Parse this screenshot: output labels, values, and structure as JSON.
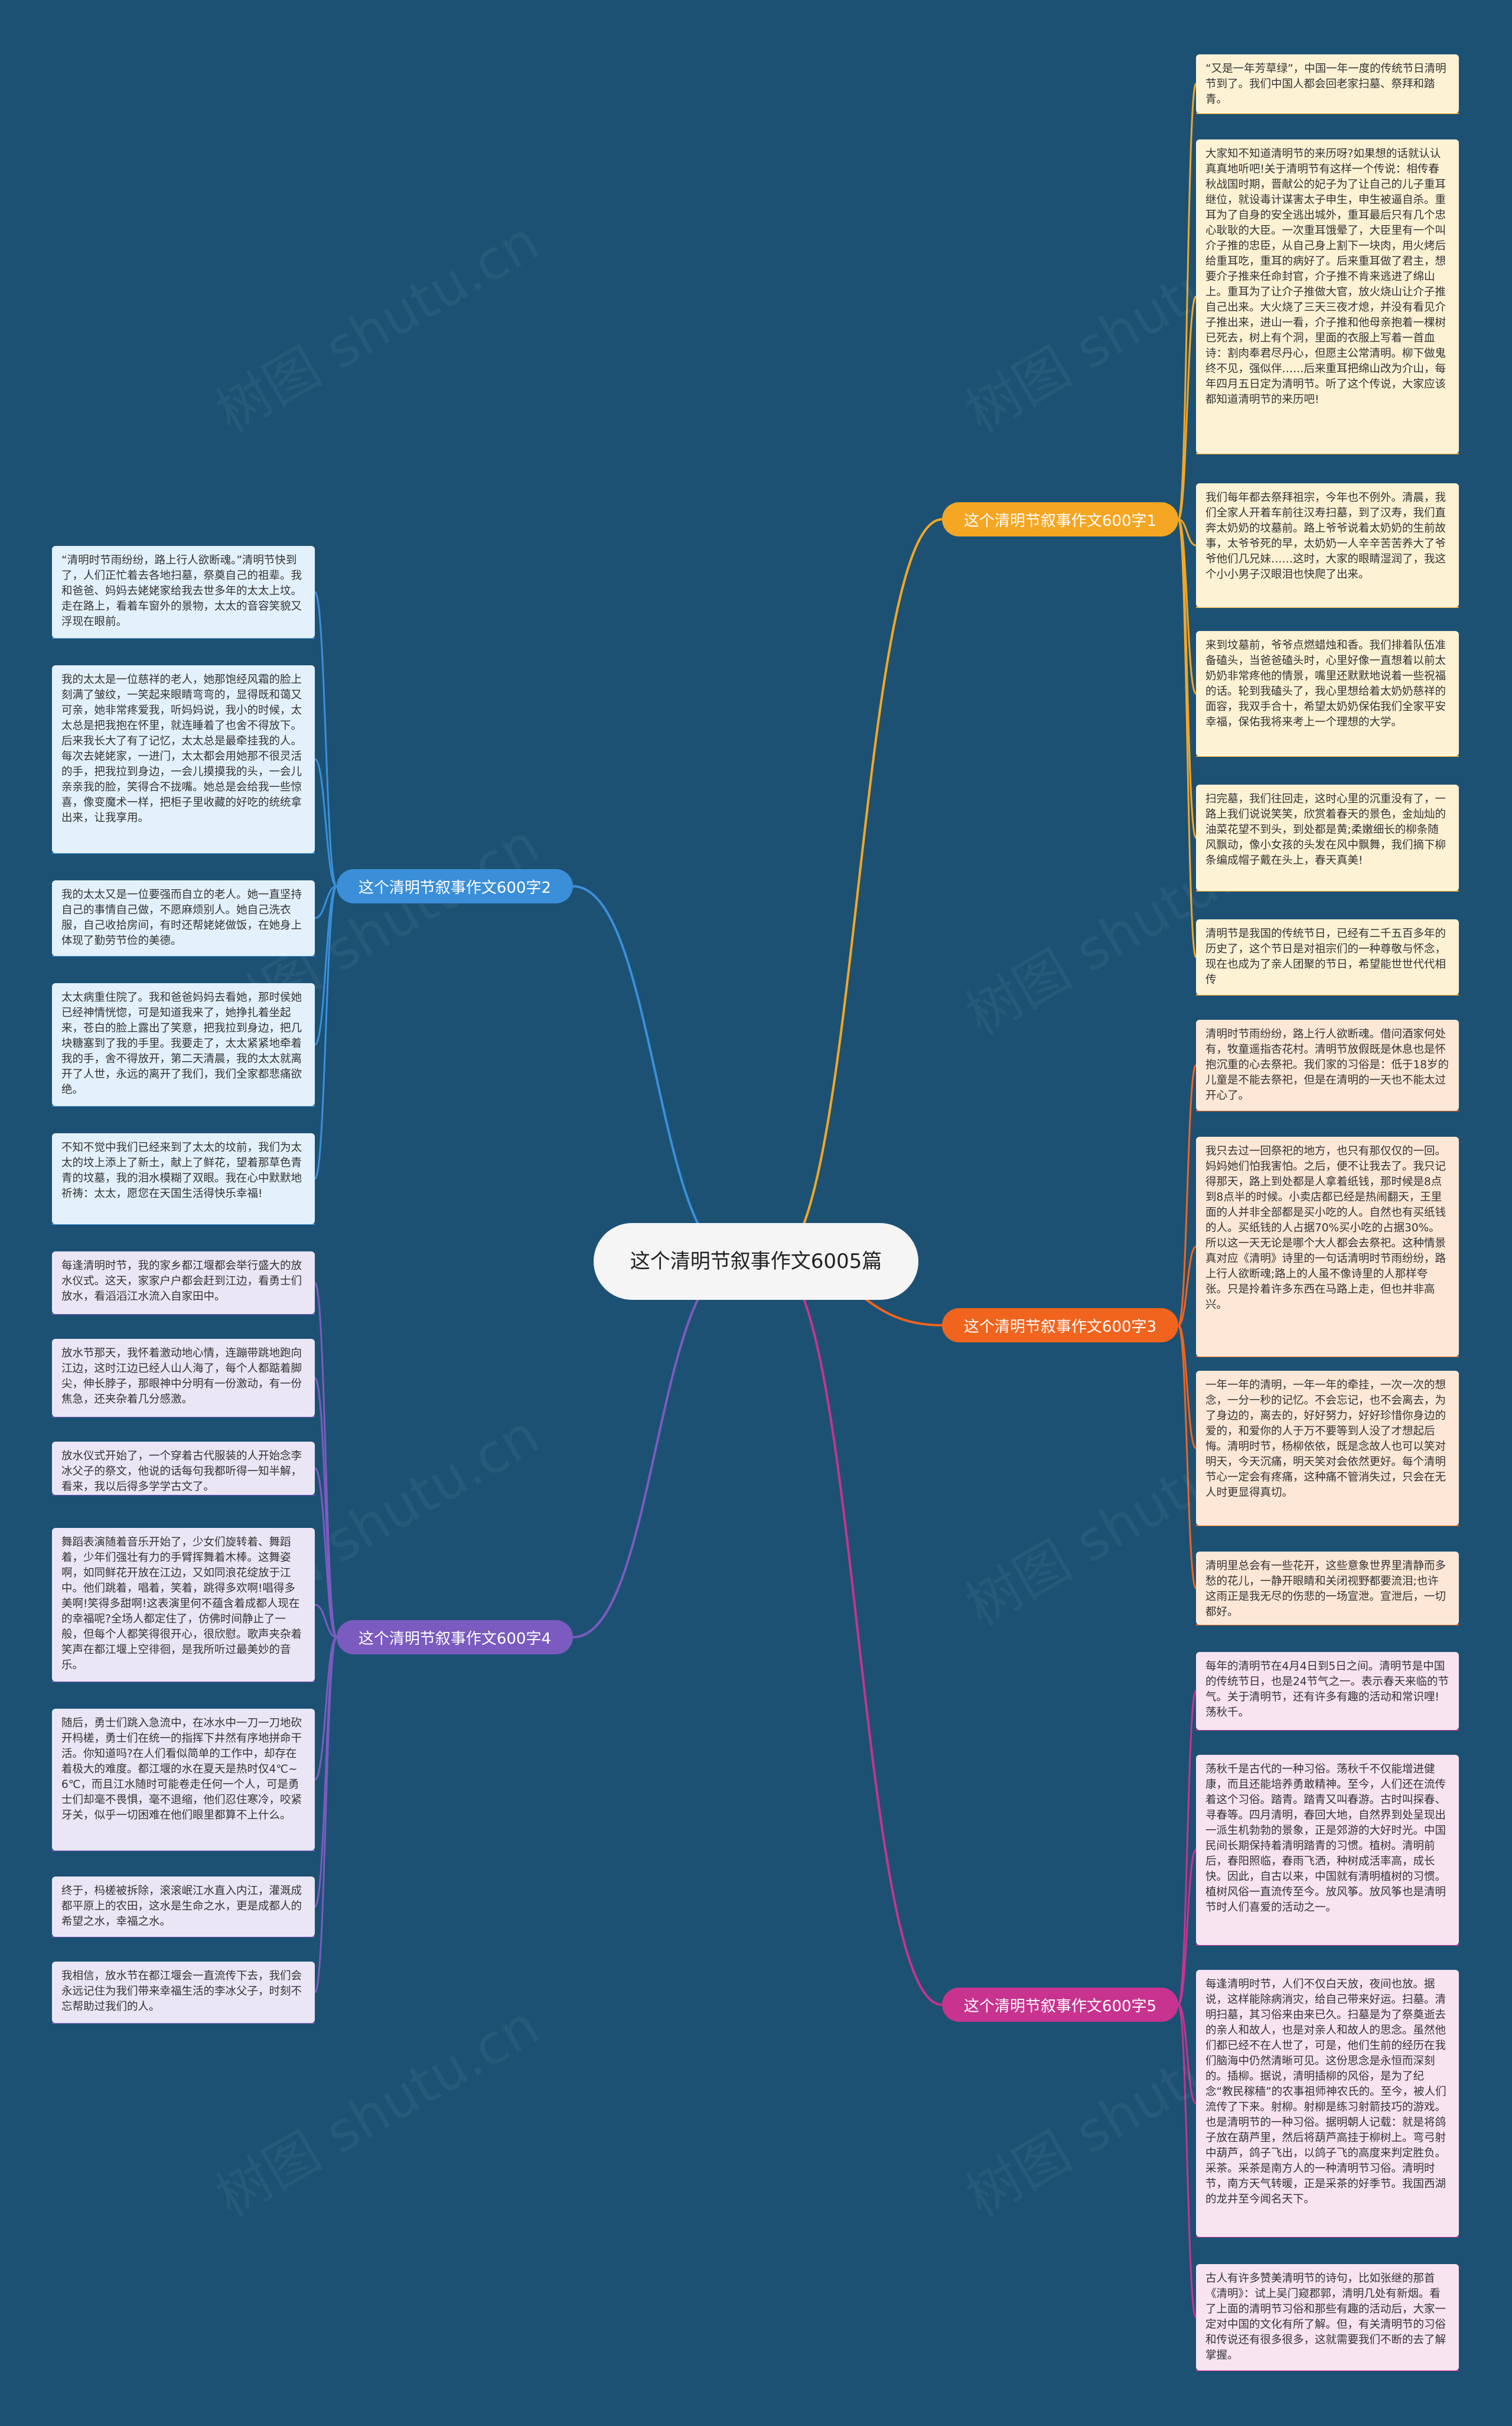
{
  "root": {
    "title": "这个清明节叙事作文6005篇"
  },
  "watermark": "树图 shutu.cn",
  "colors": {
    "background": "#1c5173",
    "branch1": "#f5a623",
    "branch2": "#3b8fd9",
    "branch3": "#f0641e",
    "branch4": "#7b5bbf",
    "branch5": "#c8338f"
  },
  "branches": [
    {
      "label": "这个清明节叙事作文600字1",
      "leaves": [
        "“又是一年芳草绿”，中国一年一度的传统节日清明节到了。我们中国人都会回老家扫墓、祭拜和踏青。",
        "大家知不知道清明节的来历呀?如果想的话就认认真真地听吧!关于清明节有这样一个传说：相传春秋战国时期，晋献公的妃子为了让自己的儿子重耳继位，就设毒计谋害太子申生，申生被逼自杀。重耳为了自身的安全逃出城外，重耳最后只有几个忠心耿耿的大臣。一次重耳饿晕了，大臣里有一个叫介子推的忠臣，从自己身上割下一块肉，用火烤后给重耳吃，重耳的病好了。后来重耳做了君主，想要介子推来任命封官，介子推不肯来逃进了绵山上。重耳为了让介子推做大官，放火烧山让介子推自己出来。大火烧了三天三夜才熄，并没有看见介子推出来，进山一看，介子推和他母亲抱着一棵树已死去，树上有个洞，里面的衣服上写着一首血诗：割肉奉君尽丹心，但愿主公常清明。柳下做鬼终不见，强似伴……后来重耳把绵山改为介山，每年四月五日定为清明节。听了这个传说，大家应该都知道清明节的来历吧!",
        "我们每年都去祭拜祖宗，今年也不例外。清晨，我们全家人开着车前往汉寿扫墓，到了汉寿，我们直奔太奶奶的坟墓前。路上爷爷说着太奶奶的生前故事，太爷爷死的早，太奶奶一人辛辛苦苦养大了爷爷他们几兄妹……这时，大家的眼睛湿润了，我这个小小男子汉眼泪也快爬了出来。",
        "来到坟墓前，爷爷点燃蜡烛和香。我们排着队伍准备磕头，当爸爸磕头时，心里好像一直想着以前太奶奶非常疼他的情景，嘴里还默默地说着一些祝福的话。轮到我磕头了，我心里想给着太奶奶慈祥的面容，我双手合十，希望太奶奶保佑我们全家平安幸福，保佑我将来考上一个理想的大学。",
        "扫完墓，我们往回走，这时心里的沉重没有了，一路上我们说说笑笑，欣赏着春天的景色，金灿灿的油菜花望不到头，到处都是黄;柔嫩细长的柳条随风飘动，像小女孩的头发在风中飘舞，我们摘下柳条编成帽子戴在头上，春天真美!",
        "清明节是我国的传统节日，已经有二千五百多年的历史了，这个节日是对祖宗们的一种尊敬与怀念，现在也成为了亲人团聚的节日，希望能世世代代相传"
      ]
    },
    {
      "label": "这个清明节叙事作文600字2",
      "leaves": [
        "“清明时节雨纷纷，路上行人欲断魂。”清明节快到了，人们正忙着去各地扫墓，祭奠自己的祖辈。我和爸爸、妈妈去姥姥家给我去世多年的太太上坟。走在路上，看着车窗外的景物，太太的音容笑貌又浮现在眼前。",
        "我的太太是一位慈祥的老人，她那饱经风霜的脸上刻满了皱纹，一笑起来眼睛弯弯的，显得既和蔼又可亲，她非常疼爱我，听妈妈说，我小的时候，太太总是把我抱在怀里，就连睡着了也舍不得放下。后来我长大了有了记忆，太太总是最牵挂我的人。每次去姥姥家，一进门，太太都会用她那不很灵活的手，把我拉到身边，一会儿摸摸我的头，一会儿亲亲我的脸，笑得合不拢嘴。她总是会给我一些惊喜，像变魔术一样，把柜子里收藏的好吃的统统拿出来，让我享用。",
        "我的太太又是一位要强而自立的老人。她一直坚持自己的事情自己做，不愿麻烦别人。她自己洗衣服，自己收拾房间，有时还帮姥姥做饭，在她身上体现了勤劳节俭的美德。",
        "太太病重住院了。我和爸爸妈妈去看她，那时侯她已经神情恍惚，可是知道我来了，她挣扎着坐起来，苍白的脸上露出了笑意，把我拉到身边，把几块糖塞到了我的手里。我要走了，太太紧紧地牵着我的手，舍不得放开，第二天清晨，我的太太就离开了人世，永远的离开了我们，我们全家都悲痛欲绝。",
        "不知不觉中我们已经来到了太太的坟前，我们为太太的坟上添上了新土，献上了鲜花，望着那草色青青的坟墓，我的泪水模糊了双眼。我在心中默默地祈祷：太太，愿您在天国生活得快乐幸福!"
      ]
    },
    {
      "label": "这个清明节叙事作文600字3",
      "leaves": [
        "清明时节雨纷纷，路上行人欲断魂。借问酒家何处有，牧童遥指杏花村。清明节放假既是休息也是怀抱沉重的心去祭祀。我们家的习俗是：低于18岁的儿童是不能去祭祀，但是在清明的一天也不能太过开心了。",
        "我只去过一回祭祀的地方，也只有那仅仅的一回。妈妈她们怕我害怕。之后，便不让我去了。我只记得那天，路上到处都是人拿着纸钱，那时候是8点到8点半的时候。小卖店都已经是热闹翻天，王里面的人并非全部都是买小吃的人。自然也有买纸钱的人。买纸钱的人占据70%买小吃的占据30%。所以这一天无论是哪个大人都会去祭祀。这种情景真对应《清明》诗里的一句话清明时节雨纷纷，路上行人欲断魂;路上的人虽不像诗里的人那样夸张。只是拎着许多东西在马路上走，但也并非高兴。",
        "一年一年的清明，一年一年的牵挂，一次一次的想念，一分一秒的记忆。不会忘记，也不会离去，为了身边的，离去的，好好努力，好好珍惜你身边的爱的，和爱你的人于万不要等到人没了才想起后悔。清明时节，杨柳依依，既是念故人也可以笑对明天，今天沉痛，明天笑对会依然更好。每个清明节心一定会有疼痛，这种痛不管消失过，只会在无人时更显得真切。",
        "清明里总会有一些花开，这些意象世界里清静而多愁的花儿，一静开眼睛和关闭视野都要流泪;也许这雨正是我无尽的伤悲的一场宣泄。宣泄后，一切都好。"
      ]
    },
    {
      "label": "这个清明节叙事作文600字4",
      "leaves": [
        "每逢清明时节，我的家乡都江堰都会举行盛大的放水仪式。这天，家家户户都会赶到江边，看勇士们放水，看滔滔江水流入自家田中。",
        "放水节那天，我怀着激动地心情，连蹦带跳地跑向江边，这时江边已经人山人海了，每个人都踮着脚尖，伸长脖子，那眼神中分明有一份激动，有一份焦急，还夹杂着几分感激。",
        "放水仪式开始了，一个穿着古代服装的人开始念李冰父子的祭文，他说的话每句我都听得一知半解，看来，我以后得多学学古文了。",
        "舞蹈表演随着音乐开始了，少女们旋转着、舞蹈着，少年们强壮有力的手臂挥舞着木棒。这舞姿啊，如同鲜花开放在江边，又如同浪花绽放于江中。他们跳着，唱着，笑着，跳得多欢啊!唱得多美啊!笑得多甜啊!这表演里何不蕴含着成都人现在的幸福呢?全场人都定住了，仿佛时间静止了一般，但每个人都笑得很开心，很欣慰。歌声夹杂着笑声在都江堰上空徘徊，是我所听过最美妙的音乐。",
        "随后，勇士们跳入急流中，在冰水中一刀一刀地砍开杩槎，勇士们在统一的指挥下井然有序地拼命干活。你知道吗?在人们看似简单的工作中，却存在着极大的难度。都江堰的水在夏天是热时仅4℃~6℃，而且江水随时可能卷走任何一个人，可是勇士们却毫不畏惧，毫不退缩，他们忍住寒冷，咬紧牙关，似乎一切困难在他们眼里都算不上什么。",
        "终于，杩槎被拆除，滚滚岷江水直入内江，灌溉成都平原上的农田，这水是生命之水，更是成都人的希望之水，幸福之水。",
        "我相信，放水节在都江堰会一直流传下去，我们会永远记住为我们带来幸福生活的李冰父子，时刻不忘帮助过我们的人。"
      ]
    },
    {
      "label": "这个清明节叙事作文600字5",
      "leaves": [
        "每年的清明节在4月4日到5日之间。清明节是中国的传统节日，也是24节气之一。表示春天来临的节气。关于清明节，还有许多有趣的活动和常识哩!荡秋千。",
        "荡秋千是古代的一种习俗。荡秋千不仅能增进健康，而且还能培养勇敢精神。至今，人们还在流传着这个习俗。踏青。踏青又叫春游。古时叫探春、寻春等。四月清明，春回大地，自然界到处呈现出一派生机勃勃的景象，正是郊游的大好时光。中国民间长期保持着清明踏青的习惯。植树。清明前后，春阳照临，春雨飞洒，种树成活率高，成长快。因此，自古以来，中国就有清明植树的习惯。植树风俗一直流传至今。放风筝。放风筝也是清明节时人们喜爱的活动之一。",
        "每逢清明时节，人们不仅白天放，夜间也放。据说，这样能除病消灾，给自己带来好运。扫墓。清明扫墓，其习俗来由来已久。扫墓是为了祭奠逝去的亲人和故人，也是对亲人和故人的思念。虽然他们都已经不在人世了，可是，他们生前的经历在我们脑海中仍然清晰可见。这份思念是永恒而深刻的。插柳。据说，清明插柳的风俗，是为了纪念“教民稼穑”的农事祖师神农氏的。至今，被人们流传了下来。射柳。射柳是练习射箭技巧的游戏。也是清明节的一种习俗。据明朝人记载：就是将鸽子放在葫芦里，然后将葫芦高挂于柳树上。弯弓射中葫芦，鸽子飞出，以鸽子飞的高度来判定胜负。采茶。采茶是南方人的一种清明节习俗。清明时节，南方天气转暖，正是采茶的好季节。我国西湖的龙井至今闻名天下。",
        "古人有许多赞美清明节的诗句，比如张继的那首《清明》：试上吴门窥郡郭，清明几处有新烟。看了上面的清明节习俗和那些有趣的活动后，大家一定对中国的文化有所了解。但，有关清明节的习俗和传说还有很多很多，这就需要我们不断的去了解掌握。"
      ]
    }
  ]
}
